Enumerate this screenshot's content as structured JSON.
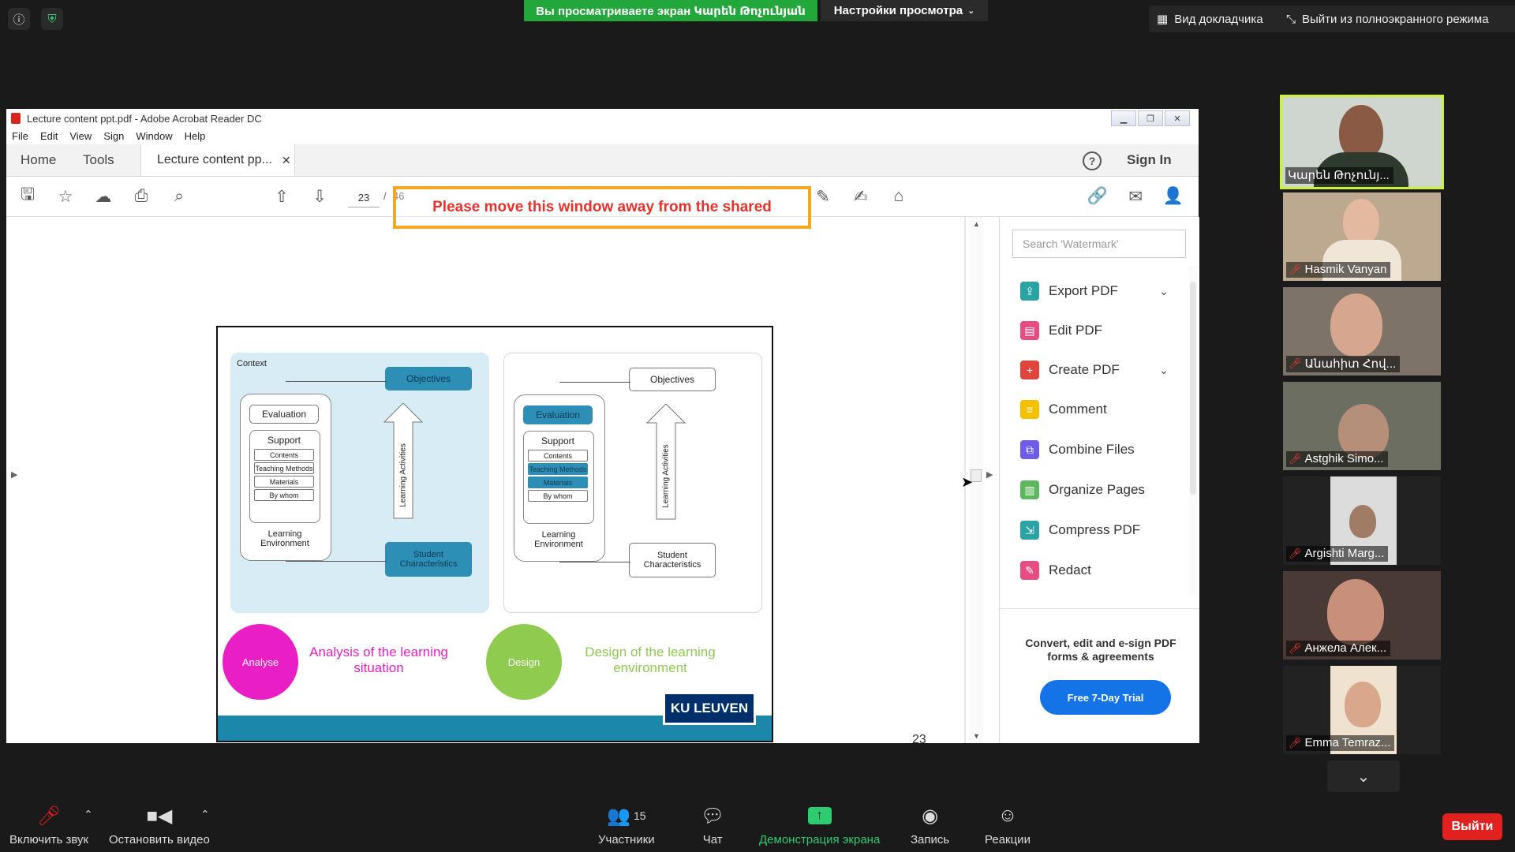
{
  "zoom": {
    "share_banner": "Вы просматриваете экран Կարեն Թոչունյան",
    "view_settings": "Настройки просмотра",
    "speaker_view": "Вид докладчика",
    "exit_fullscreen": "Выйти из полноэкранного режима",
    "bottom": {
      "unmute": "Включить звук",
      "stop_video": "Остановить видео",
      "participants": "Участники",
      "participants_count": "15",
      "chat": "Чат",
      "share_screen": "Демонстрация экрана",
      "record": "Запись",
      "reactions": "Реакции",
      "leave": "Выйти"
    },
    "participants": [
      {
        "name": "Կարեն Թոչունյ...",
        "active": true
      },
      {
        "name": "Hasmik Vanyan"
      },
      {
        "name": "Անահիտ Հով..."
      },
      {
        "name": "Astghik Simo..."
      },
      {
        "name": "Argishti Marg..."
      },
      {
        "name": "Анжела Алек..."
      },
      {
        "name": "Emma Temraz..."
      }
    ]
  },
  "acrobat": {
    "title": "Lecture content ppt.pdf - Adobe Acrobat Reader DC",
    "menu": [
      "File",
      "Edit",
      "View",
      "Sign",
      "Window",
      "Help"
    ],
    "tabs": {
      "home": "Home",
      "tools": "Tools",
      "doc": "Lecture content pp...",
      "help": "?",
      "sign_in": "Sign In"
    },
    "toolbar": {
      "page": "23",
      "page_sep": "/",
      "total_pages": "46"
    },
    "warning": "Please move this window away from the shared",
    "page_number": "23",
    "right_pane": {
      "search_placeholder": "Search 'Watermark'",
      "items": [
        {
          "label": "Export PDF",
          "icon": "export-pdf-icon",
          "color": "#29a3a3"
        },
        {
          "label": "Edit PDF",
          "icon": "edit-pdf-icon",
          "color": "#e84c82"
        },
        {
          "label": "Create PDF",
          "icon": "create-pdf-icon",
          "color": "#e0443b"
        },
        {
          "label": "Comment",
          "icon": "comment-icon",
          "color": "#f5c000"
        },
        {
          "label": "Combine Files",
          "icon": "combine-files-icon",
          "color": "#6c5ce7"
        },
        {
          "label": "Organize Pages",
          "icon": "organize-pages-icon",
          "color": "#5bb85b"
        },
        {
          "label": "Compress PDF",
          "icon": "compress-pdf-icon",
          "color": "#29a3a3"
        },
        {
          "label": "Redact",
          "icon": "redact-icon",
          "color": "#e84c82"
        }
      ],
      "promo": "Convert, edit and e-sign PDF forms & agreements",
      "trial": "Free 7-Day Trial"
    }
  },
  "slide": {
    "context": "Context",
    "objectives": "Objectives",
    "evaluation": "Evaluation",
    "support": "Support",
    "support_items": [
      "Contents",
      "Teaching Methods",
      "Materials",
      "By whom"
    ],
    "learning_environment": "Learning Environment",
    "learning_activities": "Learning Activities",
    "student_characteristics": "Student Characteristics",
    "analyse": "Analyse",
    "analyse_caption": "Analysis of the learning situation",
    "design": "Design",
    "design_caption": "Design of the learning environment",
    "brand": "KU LEUVEN",
    "colors": {
      "pink": "#e91ec4",
      "green": "#8ecb4e",
      "teal": "#2e8fb6"
    }
  }
}
